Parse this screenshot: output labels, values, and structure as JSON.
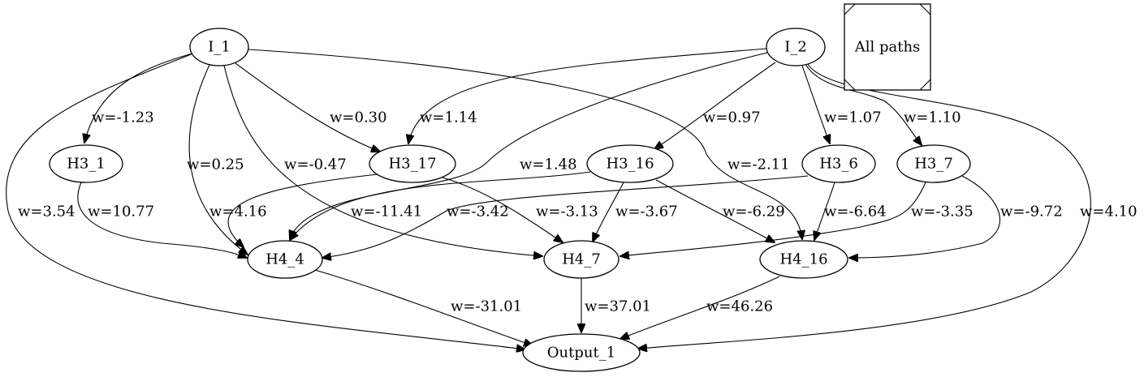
{
  "graph": {
    "nodes": [
      {
        "id": "I_1",
        "label": "I_1"
      },
      {
        "id": "I_2",
        "label": "I_2"
      },
      {
        "id": "H3_1",
        "label": "H3_1"
      },
      {
        "id": "H3_17",
        "label": "H3_17"
      },
      {
        "id": "H3_16",
        "label": "H3_16"
      },
      {
        "id": "H3_6",
        "label": "H3_6"
      },
      {
        "id": "H3_7",
        "label": "H3_7"
      },
      {
        "id": "H4_4",
        "label": "H4_4"
      },
      {
        "id": "H4_7",
        "label": "H4_7"
      },
      {
        "id": "H4_16",
        "label": "H4_16"
      },
      {
        "id": "Output_1",
        "label": "Output_1"
      }
    ],
    "edges": [
      {
        "from": "I_1",
        "to": "H3_1",
        "label": "w=-1.23"
      },
      {
        "from": "I_1",
        "to": "H3_17",
        "label": "w=0.30"
      },
      {
        "from": "I_1",
        "to": "H4_4",
        "label": "w=0.25"
      },
      {
        "from": "I_1",
        "to": "H4_7",
        "label": "w=-0.47"
      },
      {
        "from": "I_1",
        "to": "H4_16",
        "label": "w=-2.11"
      },
      {
        "from": "I_1",
        "to": "Output_1",
        "label": "w=3.54"
      },
      {
        "from": "I_2",
        "to": "H3_17",
        "label": "w=1.14"
      },
      {
        "from": "I_2",
        "to": "H3_16",
        "label": "w=0.97"
      },
      {
        "from": "I_2",
        "to": "H3_6",
        "label": "w=1.07"
      },
      {
        "from": "I_2",
        "to": "H3_7",
        "label": "w=1.10"
      },
      {
        "from": "I_2",
        "to": "H4_4",
        "label": "w=1.48"
      },
      {
        "from": "I_2",
        "to": "Output_1",
        "label": "w=4.10"
      },
      {
        "from": "H3_1",
        "to": "H4_4",
        "label": "w=10.77"
      },
      {
        "from": "H3_17",
        "to": "H4_4",
        "label": "w=4.16"
      },
      {
        "from": "H3_17",
        "to": "H4_7",
        "label": "w=-3.13"
      },
      {
        "from": "H3_16",
        "to": "H4_4",
        "label": "w=-11.41"
      },
      {
        "from": "H3_16",
        "to": "H4_7",
        "label": "w=-3.67"
      },
      {
        "from": "H3_16",
        "to": "H4_16",
        "label": "w=-6.29"
      },
      {
        "from": "H3_6",
        "to": "H4_4",
        "label": "w=-3.42"
      },
      {
        "from": "H3_6",
        "to": "H4_16",
        "label": "w=-6.64"
      },
      {
        "from": "H3_7",
        "to": "H4_7",
        "label": "w=-3.35"
      },
      {
        "from": "H3_7",
        "to": "H4_16",
        "label": "w=-9.72"
      },
      {
        "from": "H4_4",
        "to": "Output_1",
        "label": "w=-31.01"
      },
      {
        "from": "H4_7",
        "to": "Output_1",
        "label": "w=37.01"
      },
      {
        "from": "H4_16",
        "to": "Output_1",
        "label": "w=46.26"
      }
    ]
  },
  "legend": {
    "label": "All paths"
  }
}
